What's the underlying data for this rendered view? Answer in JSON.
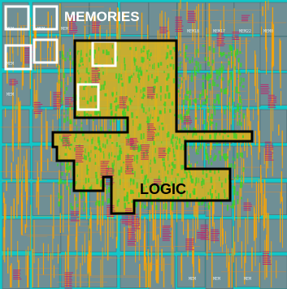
{
  "diagram": {
    "labels": {
      "memories": "MEMORIES",
      "logic": "LOGIC"
    },
    "macro_labels": [
      "MEM",
      "MEM",
      "MEM",
      "MEM",
      "MEM18",
      "MEM17",
      "MEM22",
      "MEM0",
      "MEM",
      "MEM",
      "MEM",
      "MEM"
    ],
    "colors": {
      "macro_fill": "#6f8f95",
      "channel_cyan": "#12c7c9",
      "routing_orange": "#ffa500",
      "std_cell_green": "#3ccf2a",
      "pin_magenta": "#c0206a",
      "highlight_box": "#ffffff",
      "logic_outline": "#000000",
      "label_text": "#ffffff",
      "logic_text": "#000000"
    }
  }
}
